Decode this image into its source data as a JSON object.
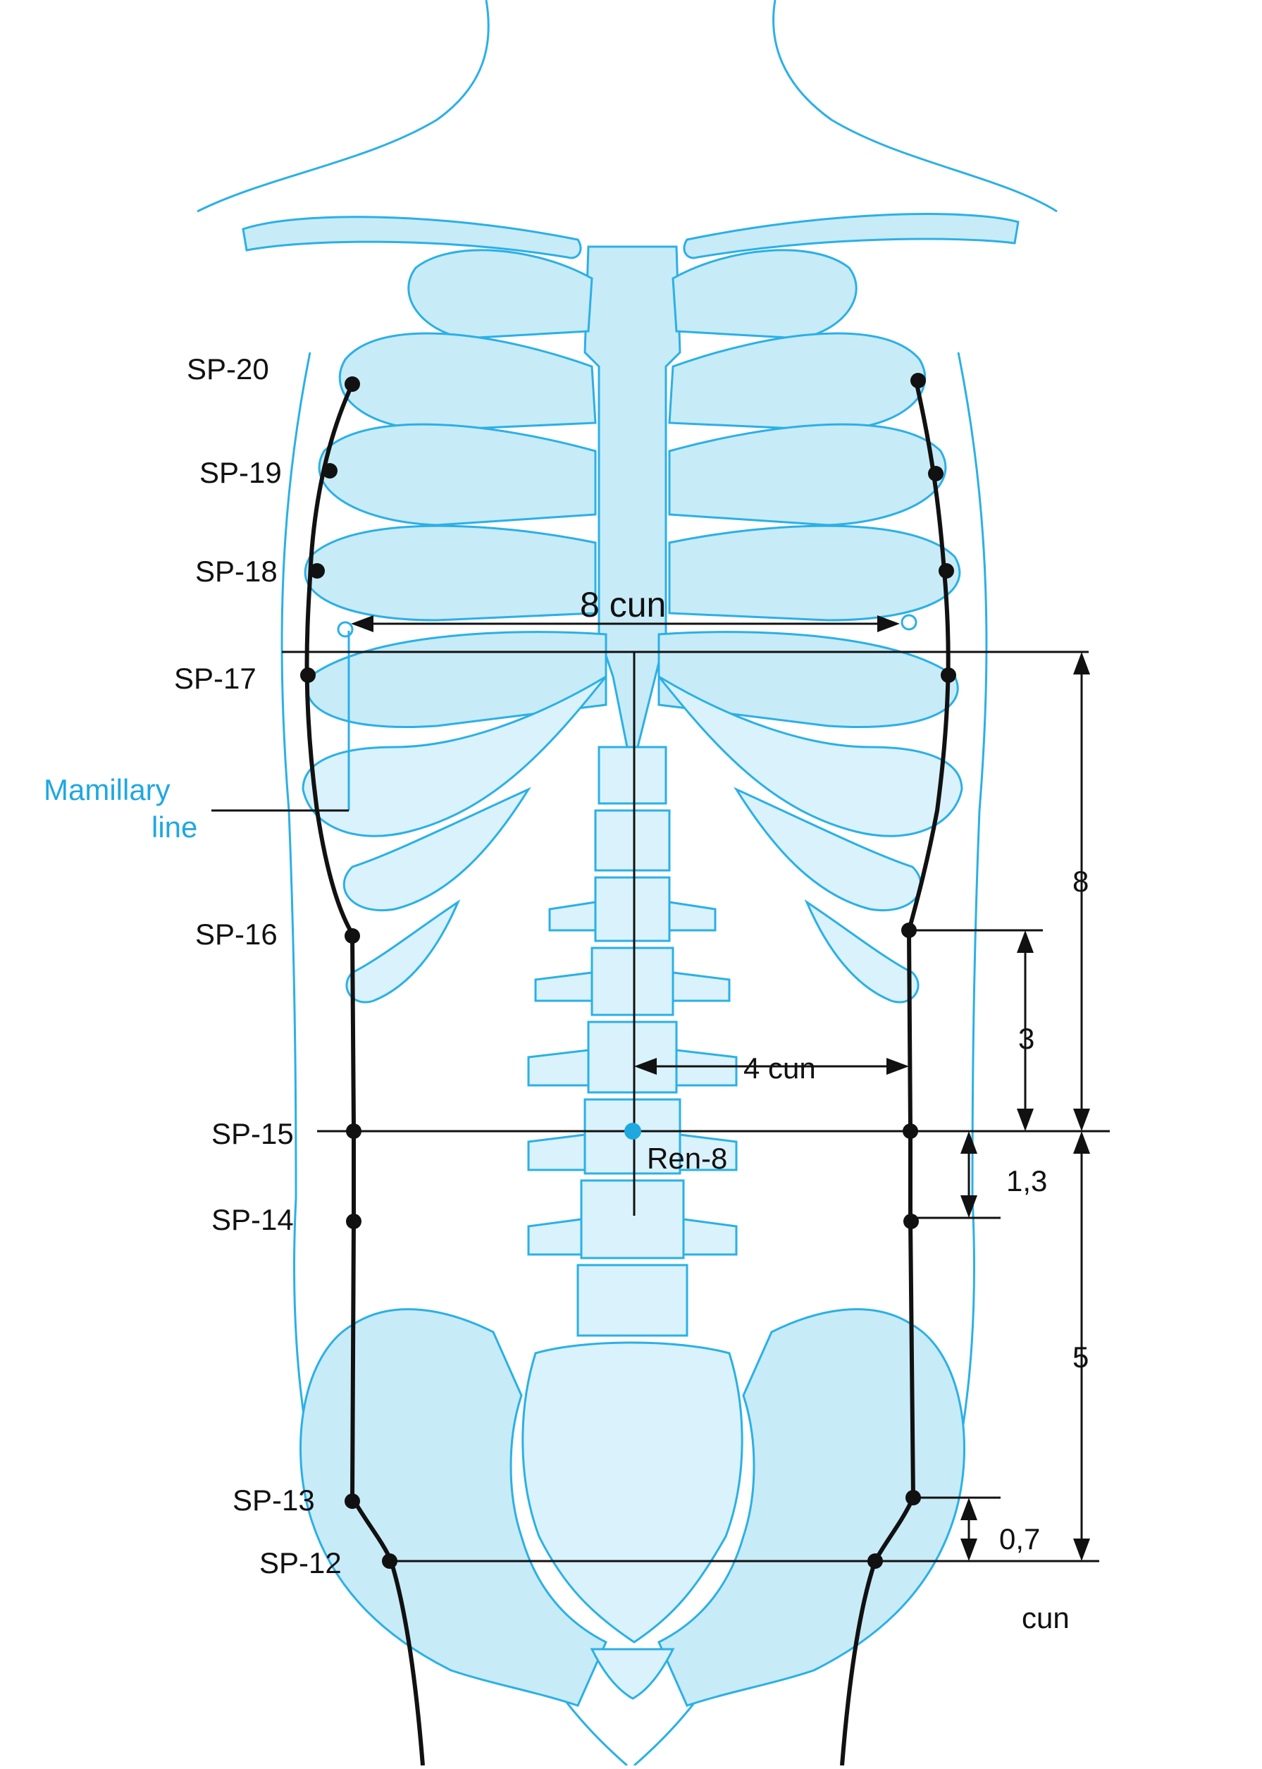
{
  "labels": {
    "sp20": "SP-20",
    "sp19": "SP-19",
    "sp18": "SP-18",
    "sp17": "SP-17",
    "sp16": "SP-16",
    "sp15": "SP-15",
    "sp14": "SP-14",
    "sp13": "SP-13",
    "sp12": "SP-12",
    "ren8": "Ren-8",
    "mamillary_1": "Mamillary",
    "mamillary_2": "line"
  },
  "dimensions": {
    "width_chest": "8 cun",
    "width_navel": "4 cun",
    "v8": "8",
    "v3": "3",
    "v13": "1,3",
    "v5": "5",
    "v07": "0,7",
    "unit": "cun"
  },
  "colors": {
    "bone_fill": "#c8ebf8",
    "outline_blue": "#2bb0e6",
    "label_blue": "#1fa8e0",
    "meridian_black": "#111111"
  }
}
